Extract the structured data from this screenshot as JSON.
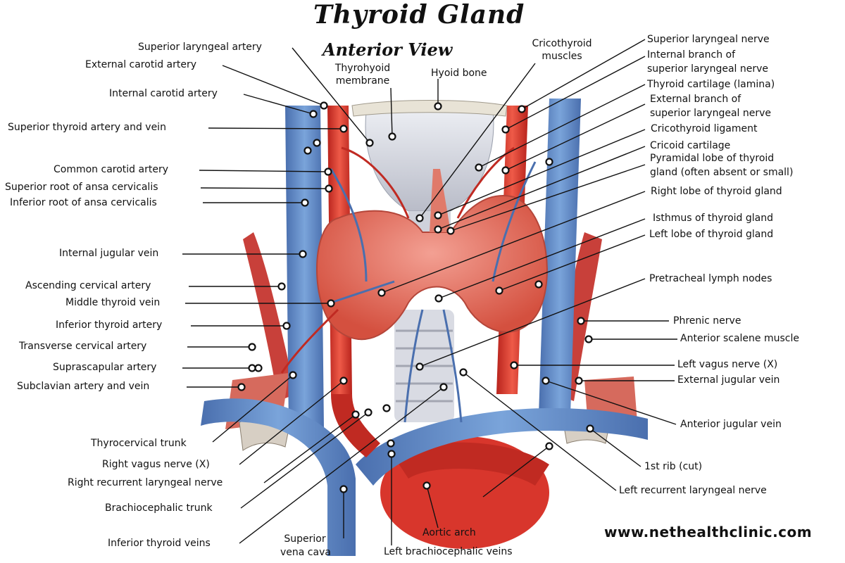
{
  "title": "Thyroid Gland",
  "subtitle": "Anterior View",
  "website": "www.nethealthclinic.com",
  "labels": {
    "superior_laryngeal_artery": "Superior laryngeal artery",
    "external_carotid_artery": "External carotid artery",
    "internal_carotid_artery": "Internal carotid artery",
    "superior_thyroid_artery_vein": "Superior thyroid artery and vein",
    "common_carotid_artery": "Common carotid artery",
    "superior_root_ansa": "Superior root of ansa cervicalis",
    "inferior_root_ansa": "Inferior root of ansa cervicalis",
    "internal_jugular_vein": "Internal jugular vein",
    "ascending_cervical_artery": "Ascending cervical artery",
    "middle_thyroid_vein": "Middle thyroid vein",
    "inferior_thyroid_artery": "Inferior thyroid artery",
    "transverse_cervical_artery": "Transverse cervical artery",
    "suprascapular_artery": "Suprascapular artery",
    "subclavian_artery_vein": "Subclavian artery and vein",
    "thyrocervical_trunk": "Thyrocervical trunk",
    "right_vagus_nerve": "Right vagus nerve (X)",
    "right_recurrent_laryngeal_nerve": "Right recurrent laryngeal nerve",
    "brachiocephalic_trunk": "Brachiocephalic trunk",
    "inferior_thyroid_veins": "Inferior thyroid veins",
    "superior_vena_cava_1": "Superior",
    "superior_vena_cava_2": "vena cava",
    "aortic_arch": "Aortic arch",
    "left_brachiocephalic_veins": "Left brachiocephalic veins",
    "thyrohyoid_membrane_1": "Thyrohyoid",
    "thyrohyoid_membrane_2": "membrane",
    "hyoid_bone": "Hyoid bone",
    "cricothyroid_muscles_1": "Cricothyroid",
    "cricothyroid_muscles_2": "muscles",
    "superior_laryngeal_nerve": "Superior laryngeal nerve",
    "internal_branch_1": "Internal branch of",
    "internal_branch_2": "superior laryngeal nerve",
    "thyroid_cartilage": "Thyroid cartilage (lamina)",
    "external_branch_1": "External branch of",
    "external_branch_2": "superior laryngeal nerve",
    "cricothyroid_ligament": "Cricothyroid ligament",
    "cricoid_cartilage": "Cricoid cartilage",
    "pyramidal_lobe_1": "Pyramidal lobe of thyroid",
    "pyramidal_lobe_2": "gland (often absent or small)",
    "right_lobe": "Right lobe of thyroid gland",
    "isthmus": "Isthmus of thyroid gland",
    "left_lobe": "Left lobe of thyroid gland",
    "pretracheal_lymph_nodes": "Pretracheal lymph nodes",
    "phrenic_nerve": "Phrenic nerve",
    "anterior_scalene_muscle": "Anterior scalene muscle",
    "left_vagus_nerve": "Left vagus nerve (X)",
    "external_jugular_vein": "External jugular vein",
    "anterior_jugular_vein": "Anterior jugular vein",
    "first_rib": "1st rib (cut)",
    "left_recurrent_laryngeal_nerve": "Left recurrent laryngeal nerve"
  },
  "colors": {
    "vein": "#5b86c4",
    "artery": "#d8362c",
    "thyroid": "#e26a5c",
    "cartilage": "#d9dbe3",
    "leader": "#111111"
  }
}
